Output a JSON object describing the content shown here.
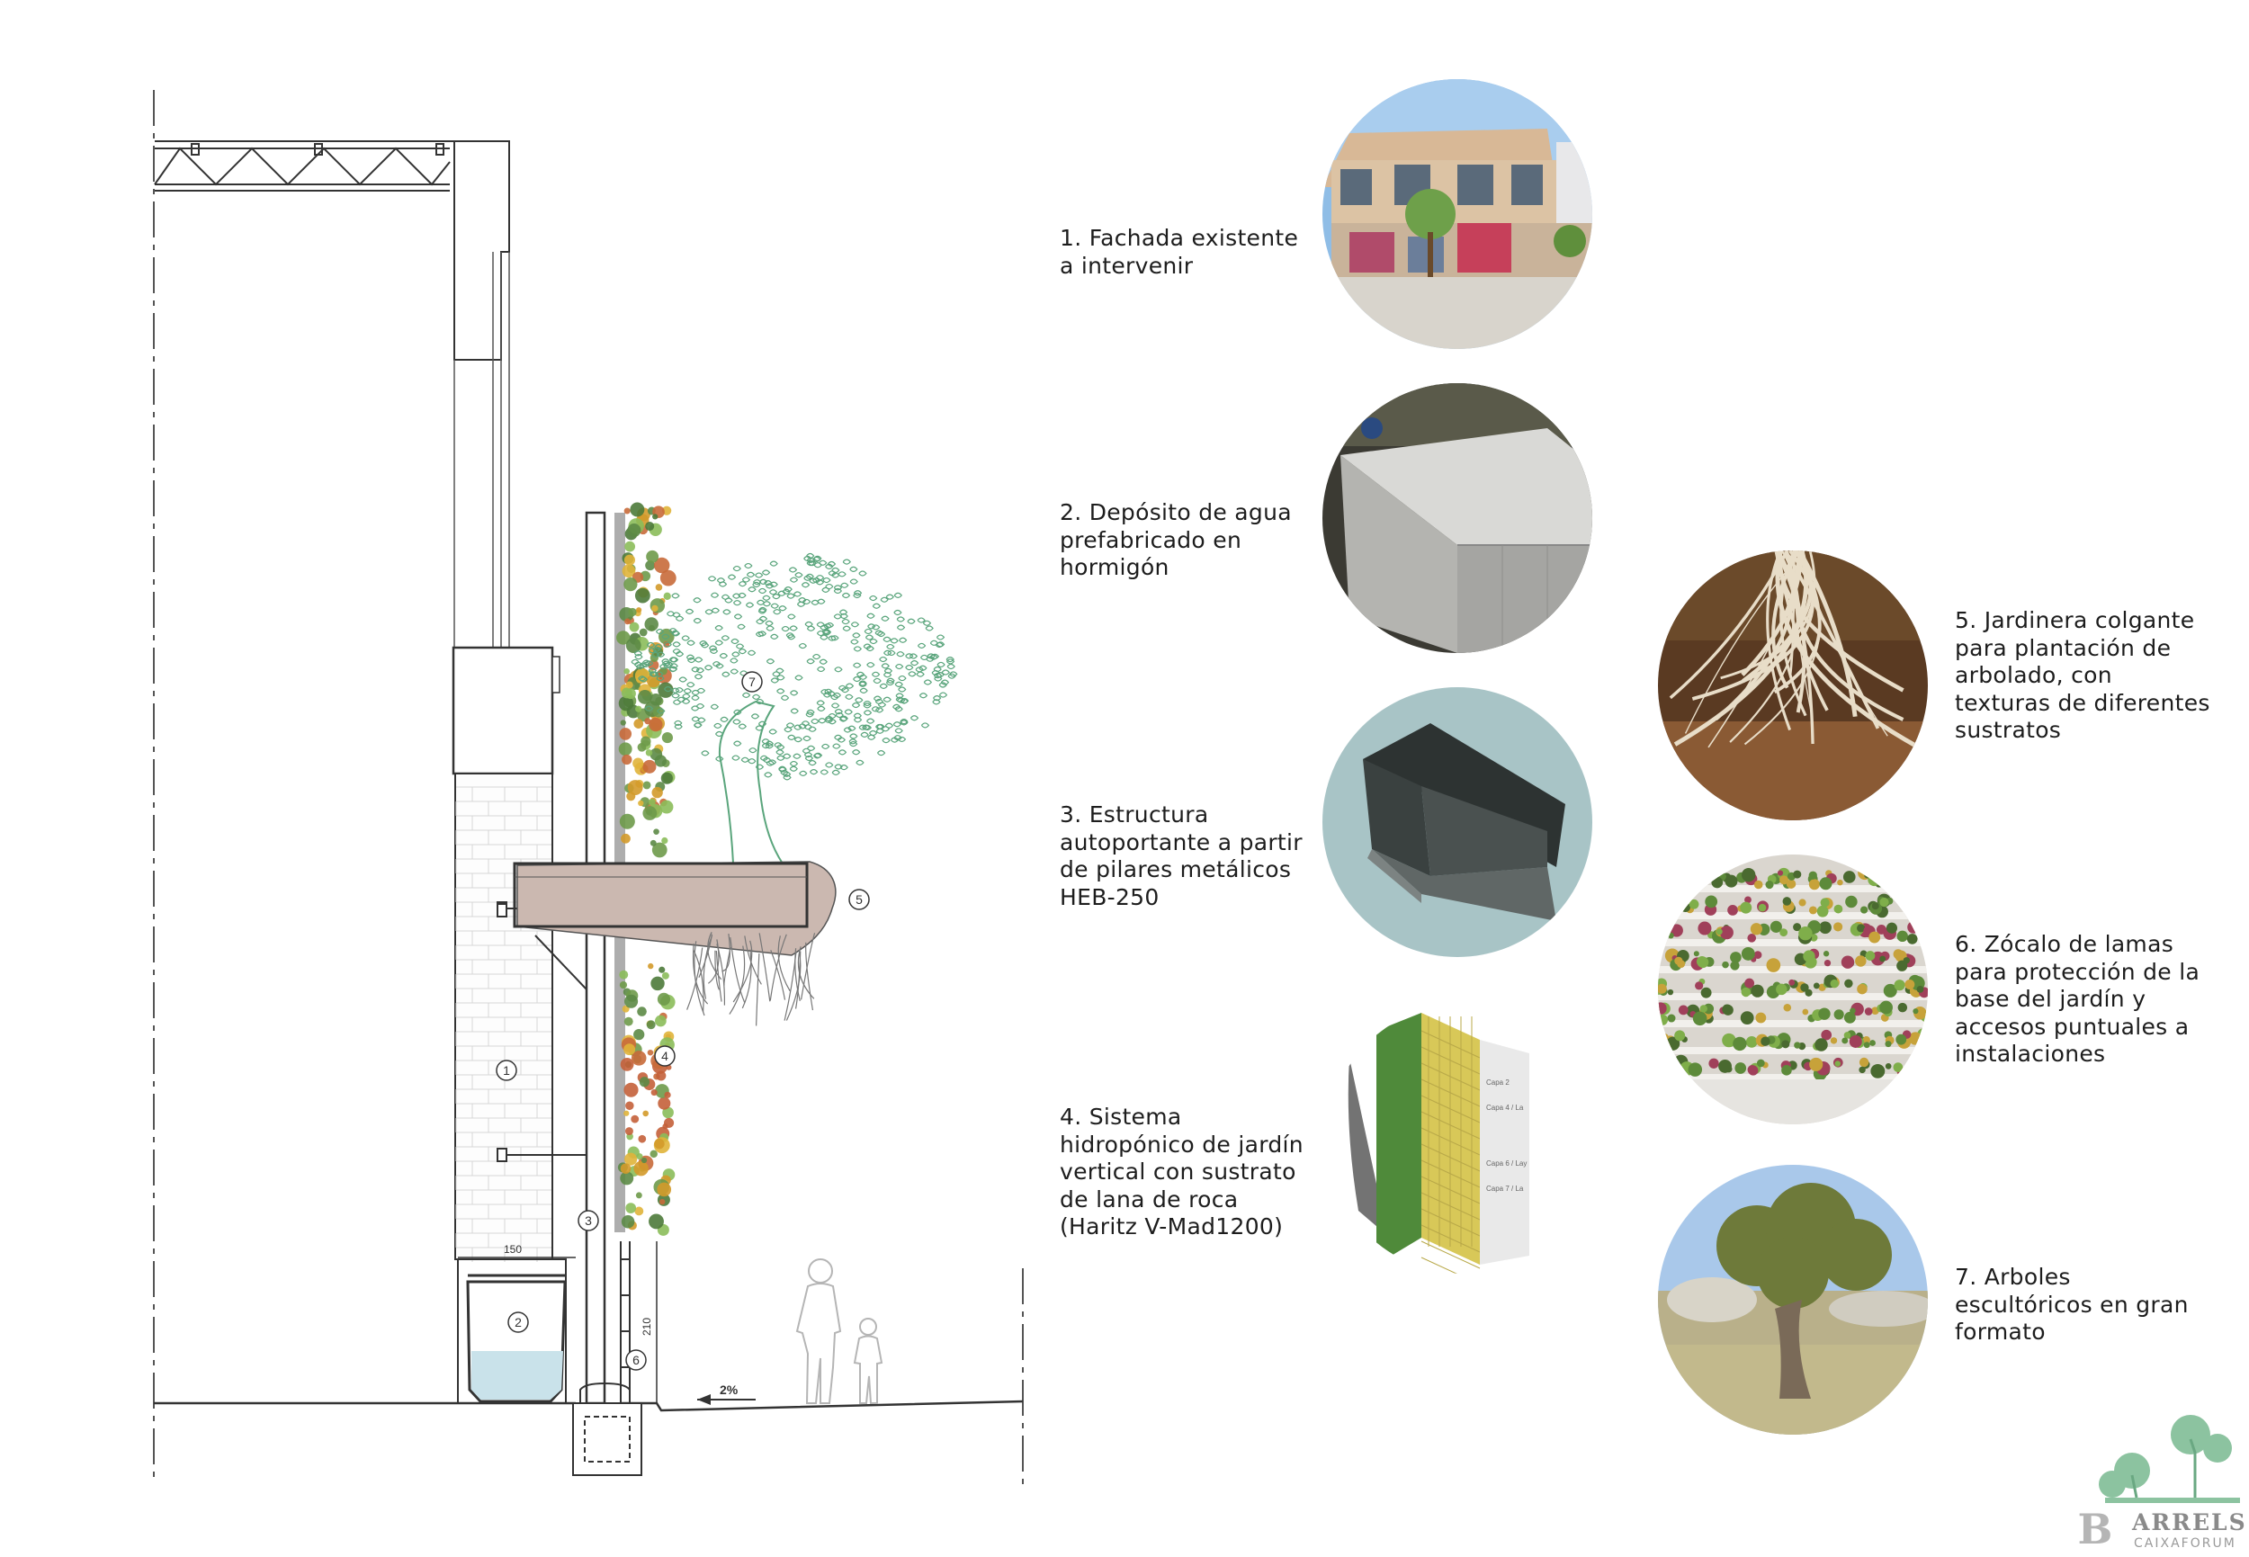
{
  "section_drawing": {
    "callouts": [
      "1",
      "2",
      "3",
      "4",
      "5",
      "6",
      "7"
    ],
    "dimensions": {
      "width_150": "150",
      "height_210": "210",
      "slope": "2%"
    }
  },
  "legend": [
    {
      "text": "1. Fachada existente\na intervenir",
      "photo": "existing-facade-photo"
    },
    {
      "text": "2. Depósito de agua\nprefabricado en\nhormigón",
      "photo": "concrete-tank-photo"
    },
    {
      "text": "3. Estructura\nautoportante a partir\nde pilares metálicos\nHEB-250",
      "photo": "steel-beam-photo"
    },
    {
      "text": "4. Sistema\nhidropónico de jardín\nvertical con sustrato\nde lana de roca\n(Haritz V-Mad1200)",
      "photo": "vertical-garden-system-photo"
    },
    {
      "text": "5. Jardinera colgante\npara plantación de\narbolado, con\ntexturas de diferentes\nsustratos",
      "photo": "tree-roots-photo"
    },
    {
      "text": "6. Zócalo de lamas\npara protección de la\nbase del jardín y\naccesos puntuales a\ninstalaciones",
      "photo": "planted-louvers-photo"
    },
    {
      "text": "7. Arboles\nescultóricos en gran\nformato",
      "photo": "olive-tree-photo"
    }
  ],
  "photo_labels": {
    "capa2": "Capa 2",
    "capa4": "Capa 4 / La",
    "capa6": "Capa 6 / Lay",
    "capa7": "Capa 7 / La"
  },
  "logo": {
    "brand": "ARRELS",
    "sub": "CAIXAFORUM",
    "mark": "B"
  },
  "colors": {
    "tree_outline": "#5aa57c",
    "planter_fill": "#cbb8b0",
    "water": "#c9e2ea",
    "line": "#333333"
  }
}
